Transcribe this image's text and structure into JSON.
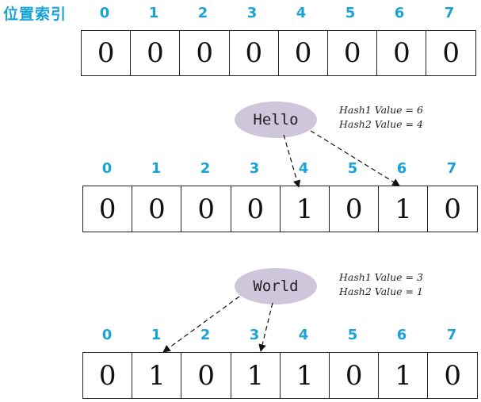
{
  "index_title": "位置索引",
  "index_labels": [
    "0",
    "1",
    "2",
    "3",
    "4",
    "5",
    "6",
    "7"
  ],
  "arrays": [
    {
      "bits": [
        "0",
        "0",
        "0",
        "0",
        "0",
        "0",
        "0",
        "0"
      ]
    },
    {
      "bits": [
        "0",
        "0",
        "0",
        "0",
        "1",
        "0",
        "1",
        "0"
      ]
    },
    {
      "bits": [
        "0",
        "1",
        "0",
        "1",
        "1",
        "0",
        "1",
        "0"
      ]
    }
  ],
  "elements": [
    {
      "word": "Hello",
      "hash1": "Hash1 Value = 6",
      "hash2": "Hash2 Value = 4",
      "targets": [
        4,
        6
      ]
    },
    {
      "word": "World",
      "hash1": "Hash1 Value = 3",
      "hash2": "Hash2 Value = 1",
      "targets": [
        1,
        3
      ]
    }
  ],
  "colors": {
    "index_label": "#1aa3d6",
    "ellipse_fill": "#cfc6dc",
    "cell_border": "#222222"
  }
}
